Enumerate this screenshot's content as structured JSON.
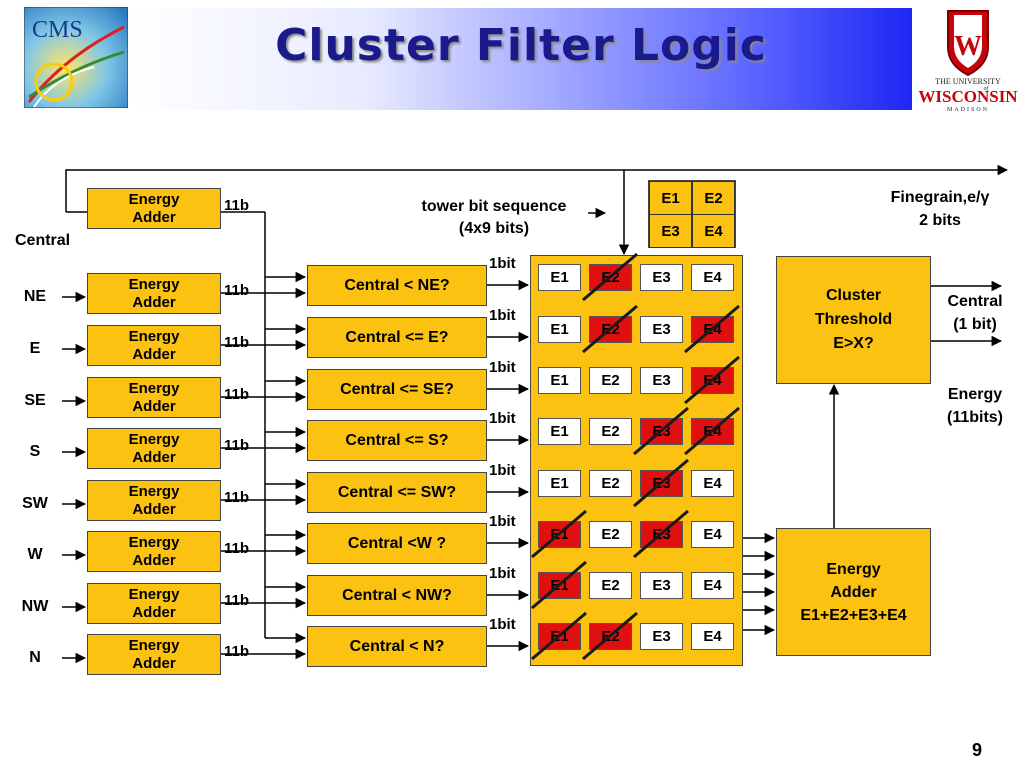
{
  "title": "Cluster Filter Logic",
  "logos": {
    "cms": "CMS",
    "uw_line1": "THE UNIVERSITY",
    "uw_of": "of",
    "uw_line2": "WISCONSIN",
    "uw_line3": "MADISON"
  },
  "inputs": [
    "Central",
    "NE",
    "E",
    "SE",
    "S",
    "SW",
    "W",
    "NW",
    "N"
  ],
  "energy_adder": {
    "line1": "Energy",
    "line2": "Adder"
  },
  "adder_bits": "11b",
  "compare_bits": "1bit",
  "comparisons": [
    "Central < NE?",
    "Central <= E?",
    "Central <= SE?",
    "Central <= S?",
    "Central <= SW?",
    "Central <W ?",
    "Central < NW?",
    "Central < N?"
  ],
  "tower_sequence": {
    "line1": "tower bit sequence",
    "line2": "(4x9 bits)"
  },
  "grid_legend": [
    "E1",
    "E2",
    "E3",
    "E4"
  ],
  "filter_rows": [
    {
      "cells": [
        "E1",
        "E2",
        "E3",
        "E4"
      ],
      "vetoed": [
        1
      ]
    },
    {
      "cells": [
        "E1",
        "E2",
        "E3",
        "E4"
      ],
      "vetoed": [
        1,
        3
      ]
    },
    {
      "cells": [
        "E1",
        "E2",
        "E3",
        "E4"
      ],
      "vetoed": [
        3
      ]
    },
    {
      "cells": [
        "E1",
        "E2",
        "E3",
        "E4"
      ],
      "vetoed": [
        2,
        3
      ]
    },
    {
      "cells": [
        "E1",
        "E2",
        "E3",
        "E4"
      ],
      "vetoed": [
        2
      ]
    },
    {
      "cells": [
        "E1",
        "E2",
        "E3",
        "E4"
      ],
      "vetoed": [
        0,
        2
      ]
    },
    {
      "cells": [
        "E1",
        "E2",
        "E3",
        "E4"
      ],
      "vetoed": [
        0
      ]
    },
    {
      "cells": [
        "E1",
        "E2",
        "E3",
        "E4"
      ],
      "vetoed": [
        0,
        1
      ]
    }
  ],
  "finegrain": {
    "line1": "Finegrain,e/γ",
    "line2": "2 bits"
  },
  "cluster_threshold": {
    "line1": "Cluster",
    "line2": "Threshold",
    "line3": "E>X?"
  },
  "central_out": {
    "line1": "Central",
    "line2": "(1 bit)"
  },
  "energy_out": {
    "line1": "Energy",
    "line2": "(11bits)"
  },
  "final_adder": {
    "line1": "Energy",
    "line2": "Adder",
    "line3": "E1+E2+E3+E4"
  },
  "page_number": "9",
  "colors": {
    "box": "#fcc211",
    "veto": "#e01010",
    "header_blue": "#1d27f2",
    "title": "#1a1a8c"
  }
}
